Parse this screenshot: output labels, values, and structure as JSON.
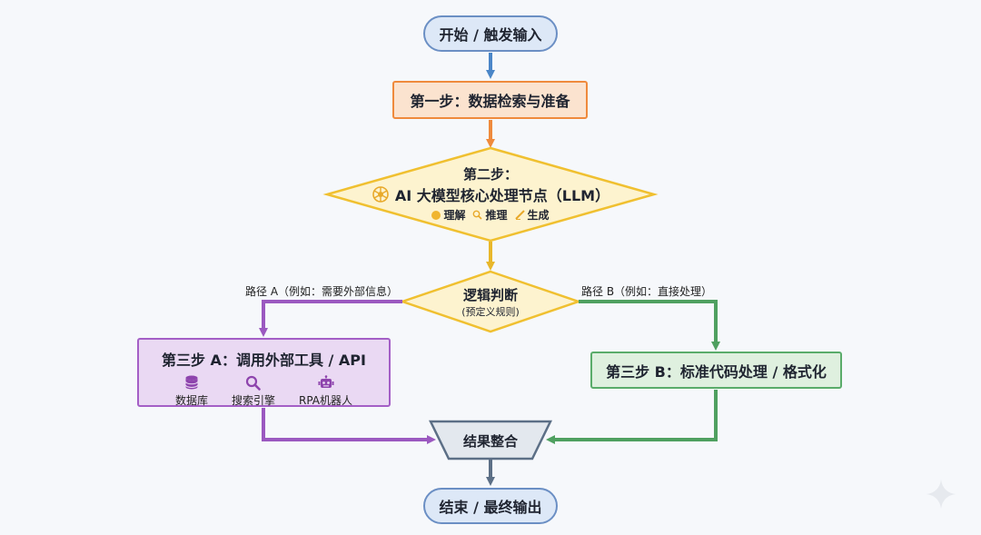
{
  "start": {
    "label": "开始 / 触发输入"
  },
  "step1": {
    "label": "第一步：数据检索与准备"
  },
  "step2": {
    "title": "第二步：",
    "subtitle": "AI 大模型核心处理节点（LLM）",
    "tags": [
      "理解",
      "推理",
      "生成"
    ]
  },
  "decision": {
    "title": "逻辑判断",
    "subtitle": "(预定义规则)"
  },
  "path_a": {
    "label": "路径 A（例如：需要外部信息）"
  },
  "path_b": {
    "label": "路径 B（例如：直接处理）"
  },
  "step3a": {
    "title": "第三步 A：调用外部工具 / API",
    "tools": [
      {
        "label": "数据库",
        "icon": "database-icon"
      },
      {
        "label": "搜索引擎",
        "icon": "search-icon"
      },
      {
        "label": "RPA机器人",
        "icon": "robot-icon"
      }
    ]
  },
  "step3b": {
    "label": "第三步 B：标准代码处理 / 格式化"
  },
  "merge": {
    "label": "结果整合"
  },
  "end": {
    "label": "结束 / 最终输出"
  },
  "colors": {
    "start_end": "#6b8fc4",
    "step1": "#ef8a3c",
    "step2": "#f0c030",
    "path_a": "#a45fc6",
    "path_b": "#5aac6a",
    "merge": "#5c6f86"
  }
}
